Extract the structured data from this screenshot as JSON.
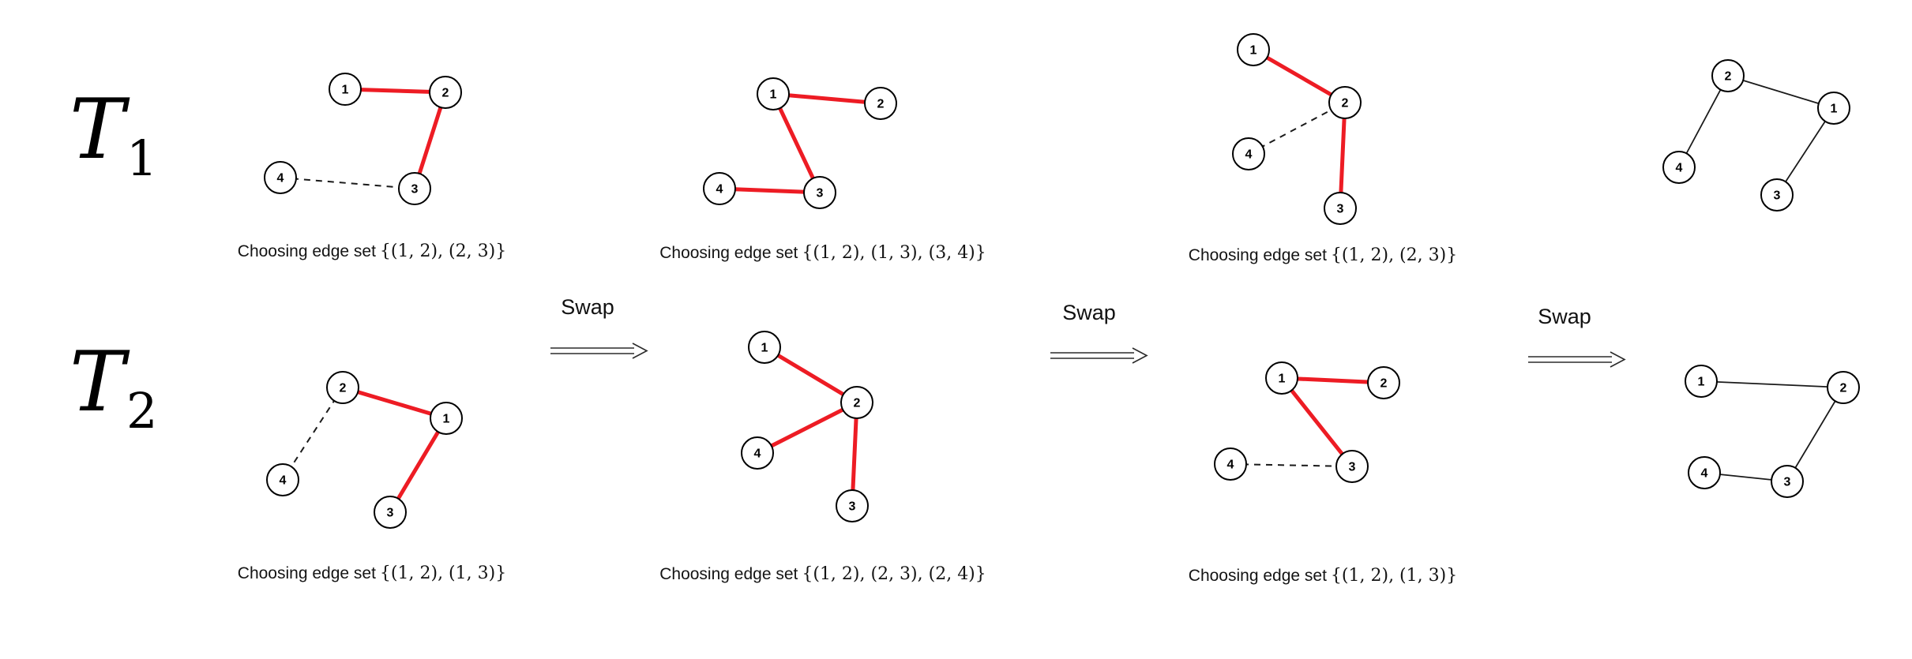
{
  "page": {
    "background": "#ffffff"
  },
  "labels": {
    "row1_title_base": "T",
    "row1_title_sub": "1",
    "row2_title_base": "T",
    "row2_title_sub": "2",
    "swap": "Swap"
  },
  "colors": {
    "edge_selected": "#ed1c24",
    "edge_plain": "#1a1a1a",
    "node_fill": "#ffffff",
    "node_border": "#000000"
  },
  "t1_graphs": [
    {
      "nodes": [
        "1",
        "2",
        "3",
        "4"
      ],
      "selected_edges": [
        "(1,2)",
        "(2,3)"
      ],
      "dashed_edges": [
        "(3,4)"
      ],
      "plain_edges": [],
      "caption_prefix": "Choosing edge set",
      "caption_set": "{(1, 2), (2, 3)}"
    },
    {
      "nodes": [
        "1",
        "2",
        "3",
        "4"
      ],
      "selected_edges": [
        "(1,2)",
        "(1,3)",
        "(3,4)"
      ],
      "dashed_edges": [],
      "plain_edges": [],
      "caption_prefix": "Choosing edge set",
      "caption_set": "{(1, 2), (1, 3), (3, 4)}"
    },
    {
      "nodes": [
        "1",
        "2",
        "3",
        "4"
      ],
      "selected_edges": [
        "(1,2)",
        "(2,3)"
      ],
      "dashed_edges": [
        "(2,4)"
      ],
      "plain_edges": [],
      "caption_prefix": "Choosing edge set",
      "caption_set": "{(1, 2), (2, 3)}"
    },
    {
      "nodes": [
        "1",
        "2",
        "3",
        "4"
      ],
      "selected_edges": [],
      "dashed_edges": [],
      "plain_edges": [
        "(1,2)",
        "(2,4)",
        "(1,3)"
      ]
    }
  ],
  "t2_graphs": [
    {
      "nodes": [
        "1",
        "2",
        "3",
        "4"
      ],
      "selected_edges": [
        "(1,2)",
        "(1,3)"
      ],
      "dashed_edges": [
        "(2,4)"
      ],
      "plain_edges": [],
      "caption_prefix": "Choosing edge set",
      "caption_set": "{(1, 2), (1, 3)}"
    },
    {
      "nodes": [
        "1",
        "2",
        "3",
        "4"
      ],
      "selected_edges": [
        "(1,2)",
        "(2,3)",
        "(2,4)"
      ],
      "dashed_edges": [],
      "plain_edges": [],
      "caption_prefix": "Choosing edge set",
      "caption_set": "{(1, 2), (2, 3), (2, 4)}"
    },
    {
      "nodes": [
        "1",
        "2",
        "3",
        "4"
      ],
      "selected_edges": [
        "(1,2)",
        "(1,3)"
      ],
      "dashed_edges": [
        "(3,4)"
      ],
      "plain_edges": [],
      "caption_prefix": "Choosing edge set",
      "caption_set": "{(1, 2), (1, 3)}"
    },
    {
      "nodes": [
        "1",
        "2",
        "3",
        "4"
      ],
      "selected_edges": [],
      "dashed_edges": [],
      "plain_edges": [
        "(1,2)",
        "(2,3)",
        "(3,4)"
      ]
    }
  ]
}
